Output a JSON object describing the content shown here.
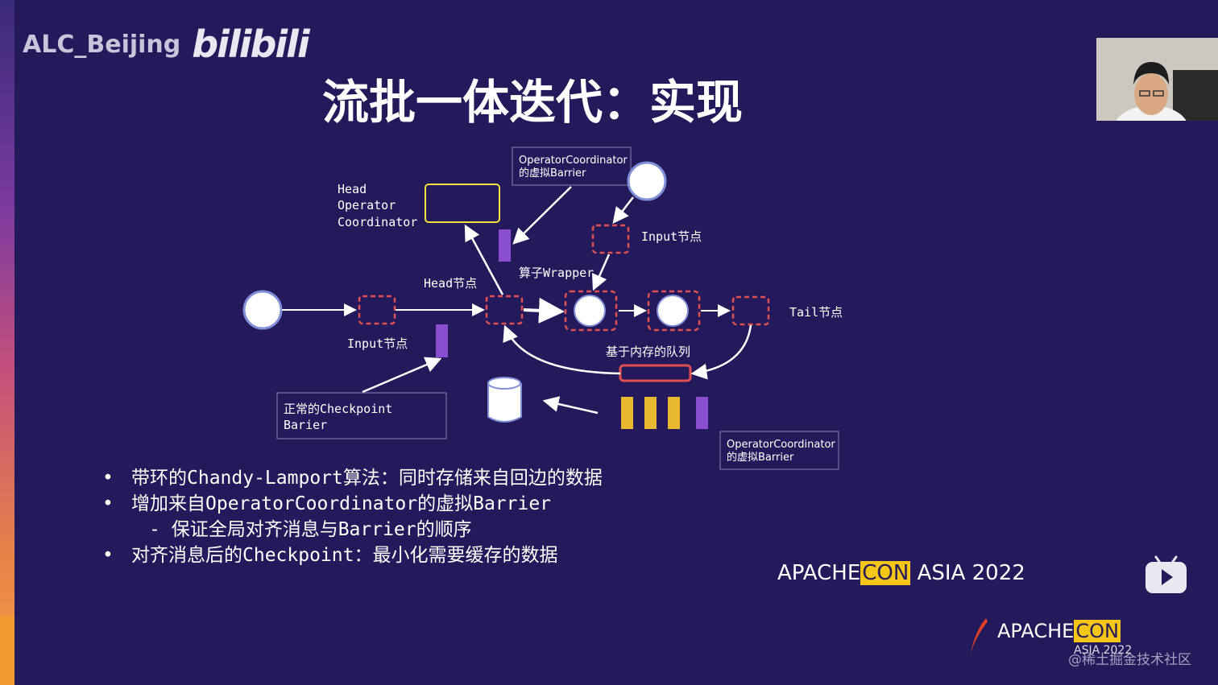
{
  "watermark": {
    "channel": "ALC_Beijing",
    "logo": "bilibili"
  },
  "title": "流批一体迭代：实现",
  "diagram": {
    "operator_coordinator_top": [
      "OperatorCoordinator",
      "的虚拟Barrier"
    ],
    "head_operator_coordinator": [
      "Head",
      "Operator",
      "Coordinator"
    ],
    "input_node_right": "Input节点",
    "operator_wrapper": "算子Wrapper",
    "head_node": "Head节点",
    "tail_node": "Tail节点",
    "input_node_left": "Input节点",
    "memory_queue": "基于内存的队列",
    "normal_checkpoint": [
      "正常的Checkpoint",
      "Barier"
    ],
    "operator_coordinator_bottom": [
      "OperatorCoordinator",
      "的虚拟Barrier"
    ]
  },
  "bullets": [
    {
      "level": 1,
      "text": "带环的Chandy-Lamport算法：同时存储来自回边的数据"
    },
    {
      "level": 1,
      "text": "增加来自OperatorCoordinator的虚拟Barrier"
    },
    {
      "level": 2,
      "text": "- 保证全局对齐消息与Barrier的顺序"
    },
    {
      "level": 1,
      "text": "对齐消息后的Checkpoint：最小化需要缓存的数据"
    }
  ],
  "conference": {
    "apache": "APACHE",
    "con": "CON",
    "event": " ASIA 2022",
    "logo_apache": "APACHE",
    "logo_con": "CON",
    "logo_year": "ASIA 2022"
  },
  "bottom_watermark": "@稀土掘金技术社区",
  "colors": {
    "background": "#241a5b",
    "node_dash": "#e05050",
    "barrier_purple": "#8a4fd0",
    "barrier_yellow": "#e8b830",
    "accent": "#f5c518"
  }
}
